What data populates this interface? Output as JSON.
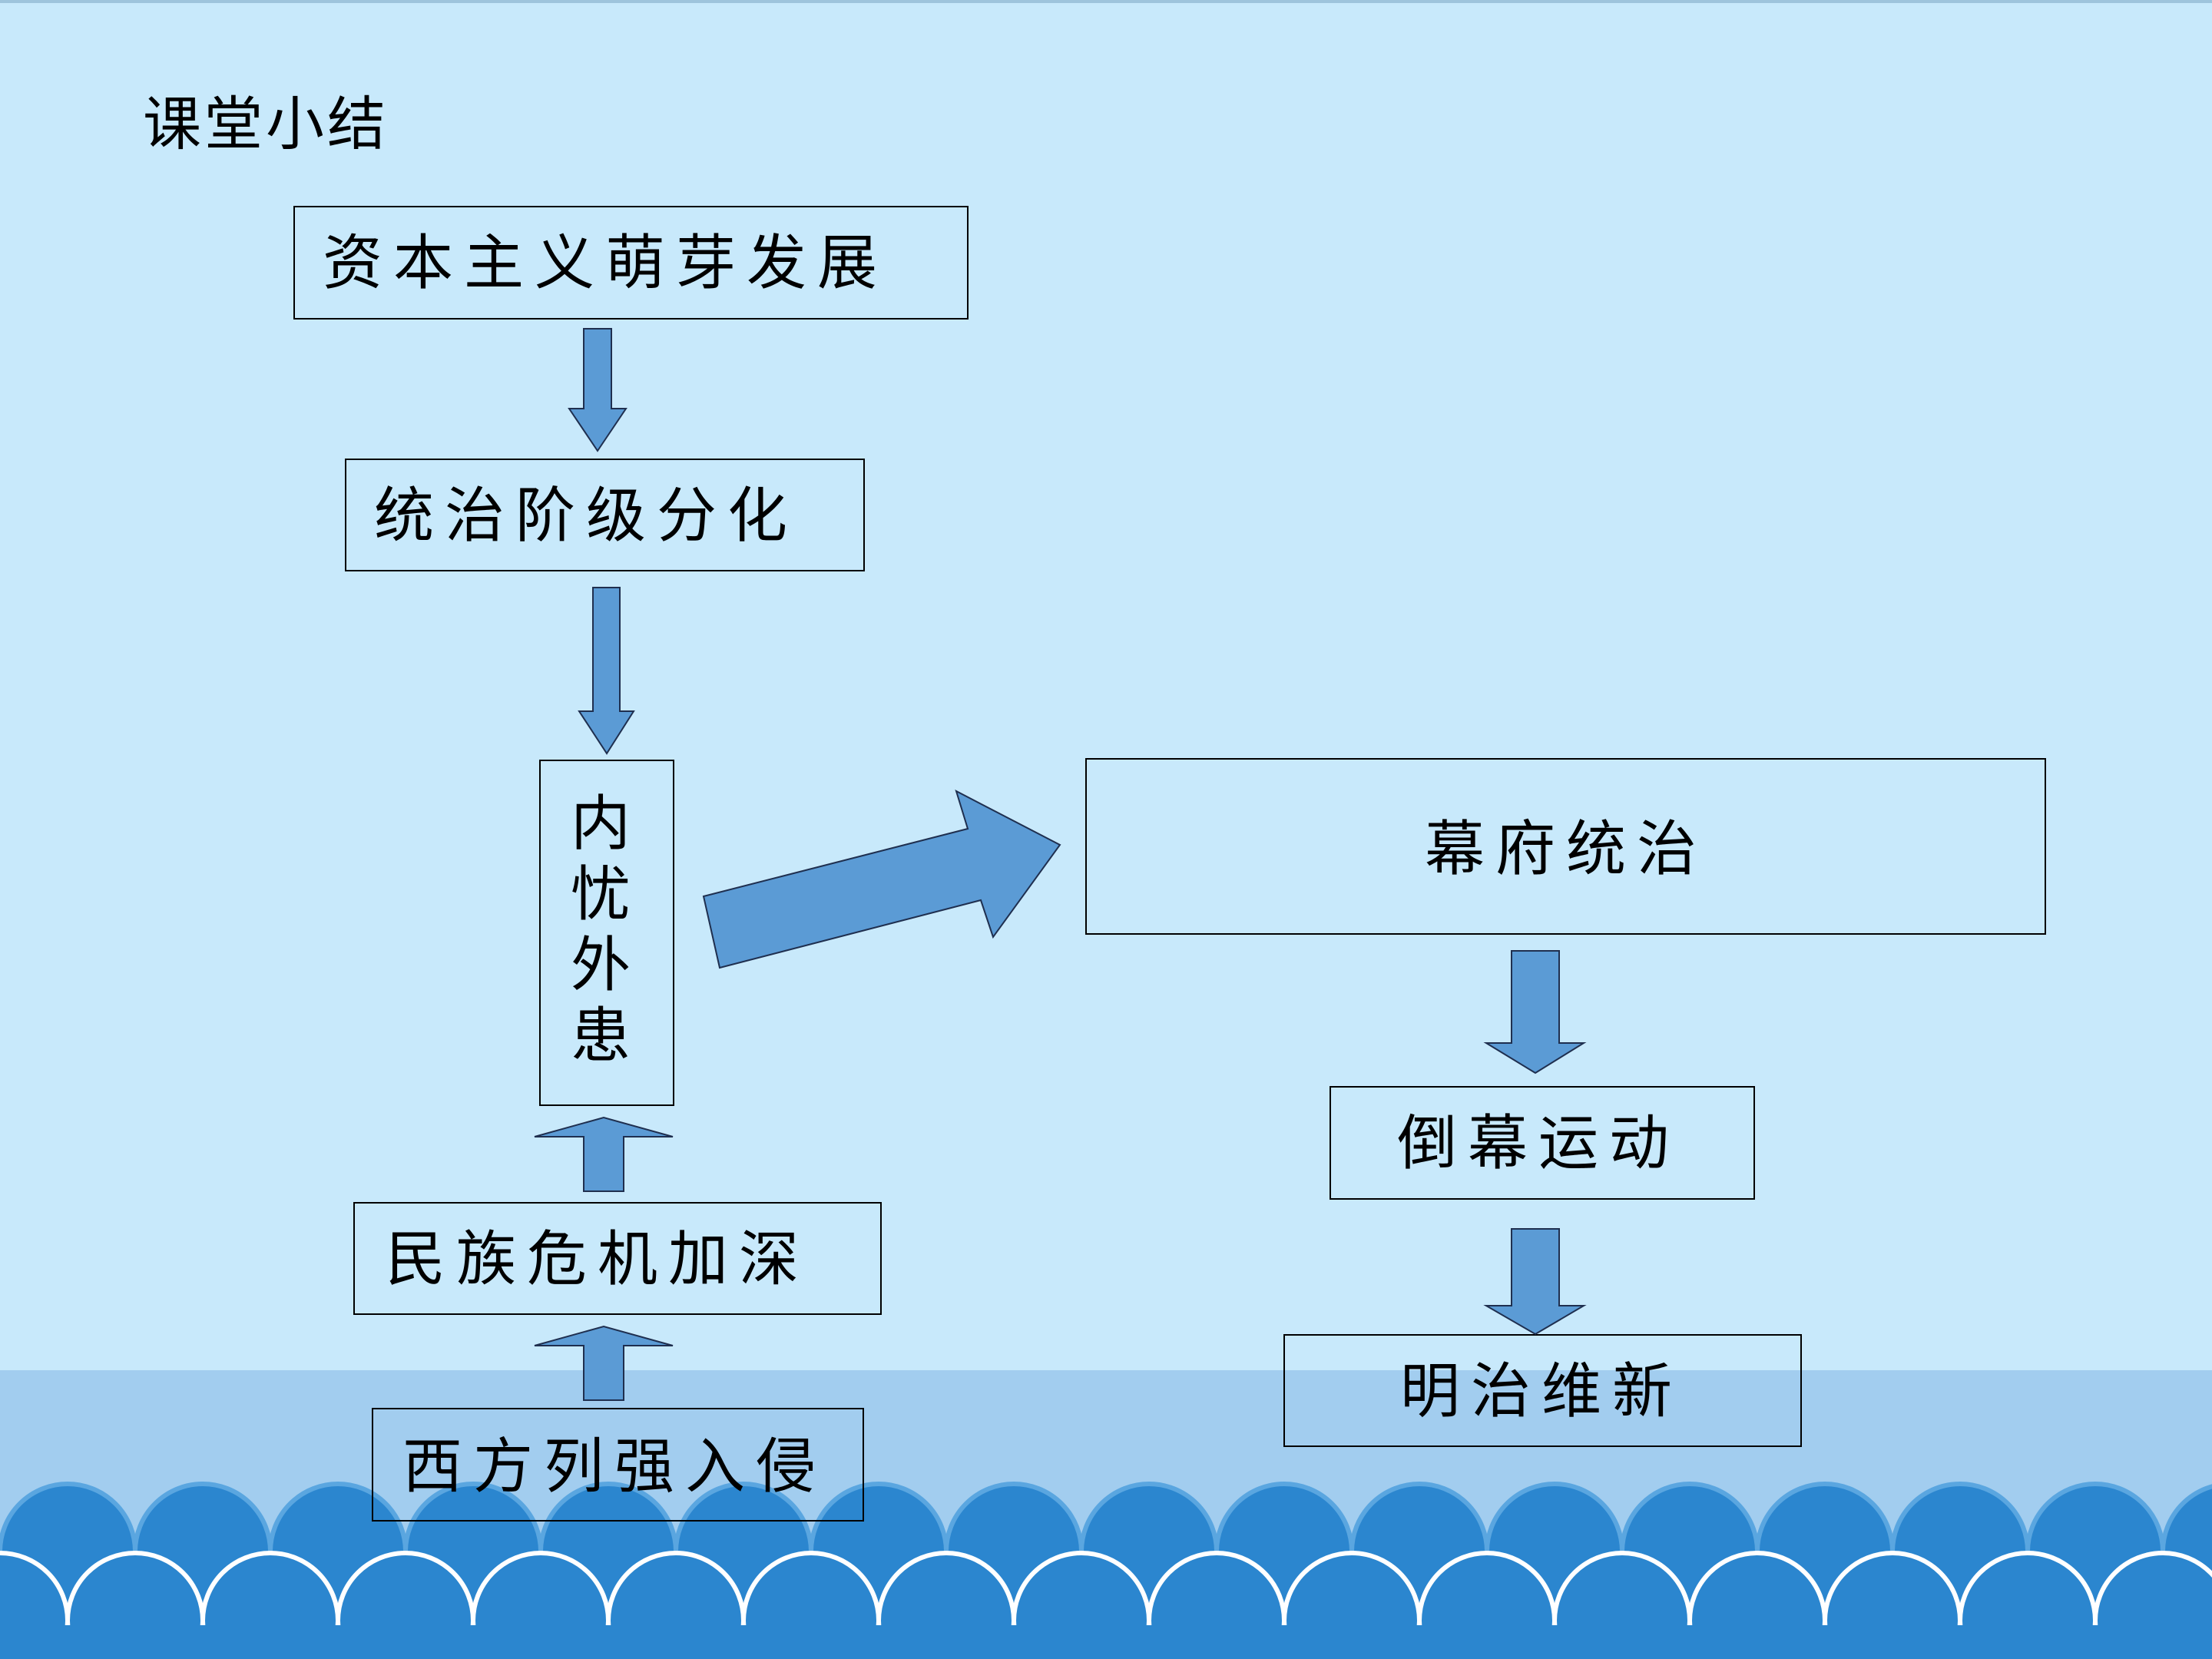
{
  "slide": {
    "title": "课堂小结"
  },
  "flowchart": {
    "nodes": {
      "capitalism": "资本主义萌芽发展",
      "ruling_class": "统治阶级分化",
      "internal_external": "内忧外患",
      "national_crisis": "民族危机加深",
      "western_invasion": "西方列强入侵",
      "shogunate": "幕府统治",
      "overthrow": "倒幕运动",
      "meiji": "明治维新"
    }
  },
  "colors": {
    "background": "#c8e9fb",
    "sea_band": "#a2cdef",
    "arrow_fill": "#5b9bd5",
    "wave_fill": "#2b86cf"
  }
}
